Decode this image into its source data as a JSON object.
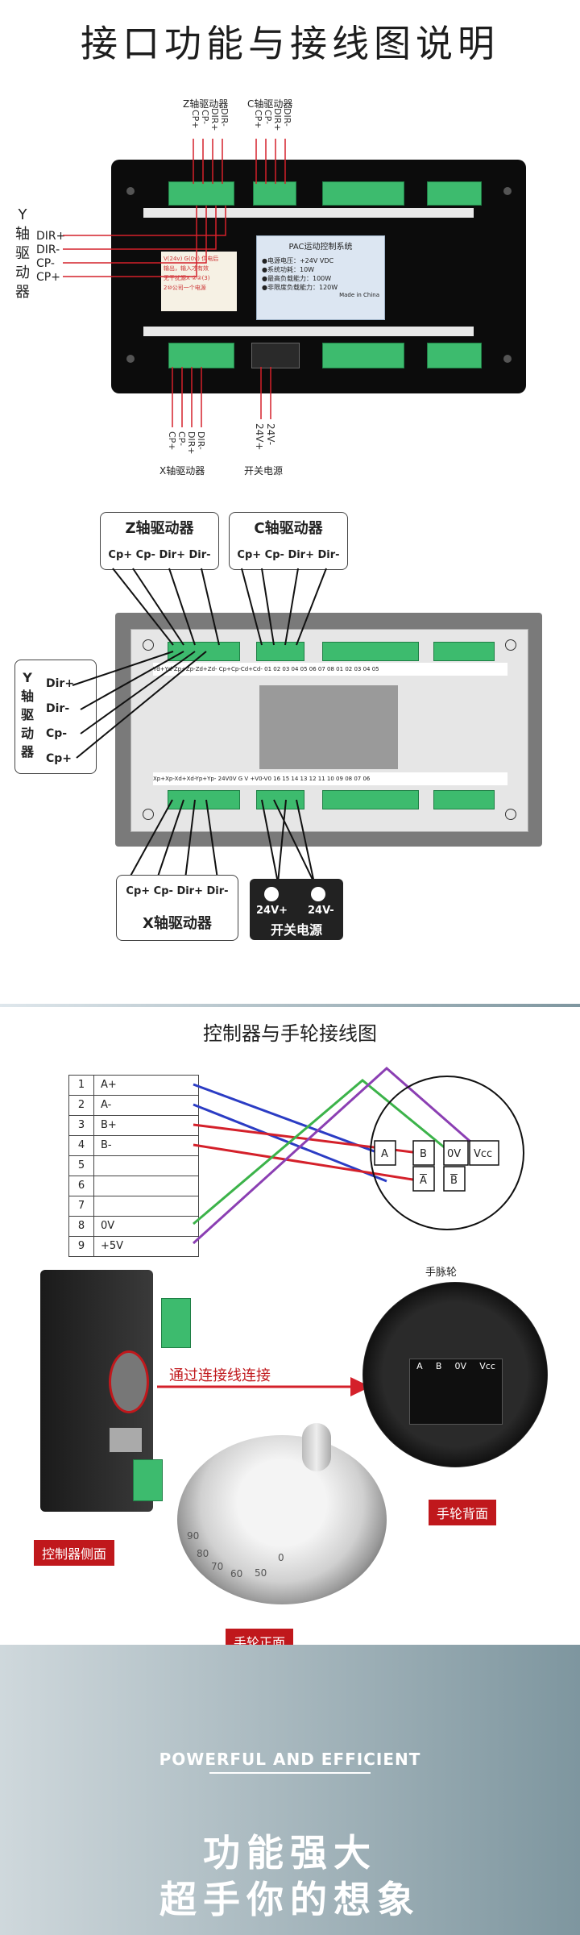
{
  "section1": {
    "title": "接口功能与接线图说明",
    "z_label": "Z轴驱动器",
    "c_label": "C轴驱动器",
    "x_label": "X轴驱动器",
    "y_title": [
      "Y",
      "轴",
      "驱",
      "动",
      "器"
    ],
    "y_pins": [
      "DIR+",
      "DIR-",
      "CP-",
      "CP+"
    ],
    "top_pins_z": [
      "CP+",
      "CP-",
      "DIR+",
      "DIR-"
    ],
    "top_pins_c": [
      "CP+",
      "CP-",
      "DIR+",
      "DIR-"
    ],
    "bottom_pins_x": [
      "CP+",
      "CP-",
      "DIR+",
      "DIR-"
    ],
    "power_pins": [
      "24V-",
      "24V+"
    ],
    "power_label": "开关电源",
    "panel_title": "PAC运动控制系统",
    "panel_specs": [
      "●电源电压：+24V VDC",
      "●系统功耗：10W",
      "●最高负载能力：100W",
      "●非限度负载能力：120W"
    ],
    "panel_made": "Made in China",
    "note_line1": "V(24v) G(0v) 供电后",
    "note_line2": "输出，输入才有效",
    "note_line3": "无干扰源X ②②(3)",
    "note_line4": "2⑩公司一个电源"
  },
  "section2": {
    "z_label": "Z轴驱动器",
    "c_label": "C轴驱动器",
    "z_pins": "Cp+ Cp- Dir+ Dir-",
    "c_pins": "Cp+ Cp- Dir+ Dir-",
    "y_title": [
      "Y",
      "轴",
      "驱",
      "动",
      "器"
    ],
    "y_pins": [
      "Dir+",
      "Dir-",
      "Cp-",
      "Cp+"
    ],
    "x_pins": "Cp+ Cp- Dir+ Dir-",
    "x_label": "X轴驱动器",
    "power_24p": "24V+",
    "power_24n": "24V-",
    "power_label": "开关电源",
    "strip_top": "Yd+Yd-Zp+Zp-Zd+Zd-   Cp+Cp-Cd+Cd-  01 02 03 04 05 06 07 08  01 02 03 04 05",
    "strip_bottom": "Xp+Xp-Xd+Xd-Yp+Yp-  24V0V G V  +V0-V0  16 15 14 13 12 11  10 09 08 07 06"
  },
  "section3": {
    "title": "控制器与手轮接线图",
    "table": [
      {
        "n": "1",
        "s": "A+"
      },
      {
        "n": "2",
        "s": "A-"
      },
      {
        "n": "3",
        "s": "B+"
      },
      {
        "n": "4",
        "s": "B-"
      },
      {
        "n": "5",
        "s": ""
      },
      {
        "n": "6",
        "s": ""
      },
      {
        "n": "7",
        "s": ""
      },
      {
        "n": "8",
        "s": "0V"
      },
      {
        "n": "9",
        "s": "+5V"
      }
    ],
    "circle_pins": [
      "A",
      "B",
      "0V",
      "Vcc"
    ],
    "circle_pins2": [
      "A",
      "B"
    ],
    "handwheel_label": "手脉轮",
    "connect_text": "通过连接线连接",
    "back_pins": [
      "A",
      "B",
      "0V",
      "Vcc"
    ],
    "tag_back": "手轮背面",
    "tag_side": "控制器侧面",
    "tag_front": "手轮正面",
    "dial_numbers": [
      "0",
      "90",
      "80",
      "70",
      "60",
      "50"
    ]
  },
  "banner": {
    "en": "POWERFUL AND EFFICIENT",
    "cn1": "功能强大",
    "cn2": "超手你的想象"
  },
  "colors": {
    "blue_wire": "#2b3cc4",
    "red_wire": "#d4202a",
    "green_wire": "#3cb34a",
    "purple_wire": "#8b3fb3",
    "terminal": "#3dbb6e"
  }
}
